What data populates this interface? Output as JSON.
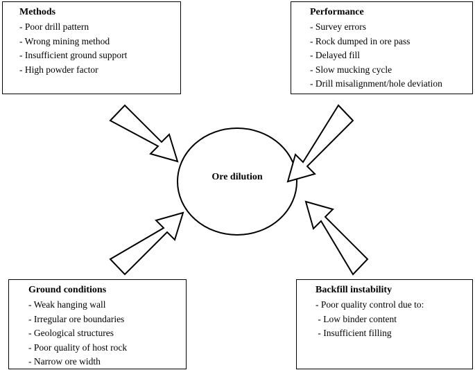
{
  "center": {
    "label": "Ore dilution"
  },
  "methods": {
    "title": "Methods",
    "items": [
      "- Poor drill pattern",
      "- Wrong mining method",
      "- Insufficient ground support",
      "- High powder factor"
    ]
  },
  "performance": {
    "title": "Performance",
    "items": [
      "- Survey errors",
      "- Rock dumped in ore pass",
      "- Delayed fill",
      "- Slow mucking cycle",
      "- Drill misalignment/hole deviation"
    ]
  },
  "ground": {
    "title": "Ground conditions",
    "items": [
      "- Weak hanging wall",
      "- Irregular ore boundaries",
      "- Geological structures",
      "- Poor quality of host rock",
      "- Narrow ore width"
    ]
  },
  "backfill": {
    "title": "Backfill instability",
    "items": [
      "- Poor quality control due to:",
      " - Low binder content",
      " - Insufficient filling"
    ]
  }
}
